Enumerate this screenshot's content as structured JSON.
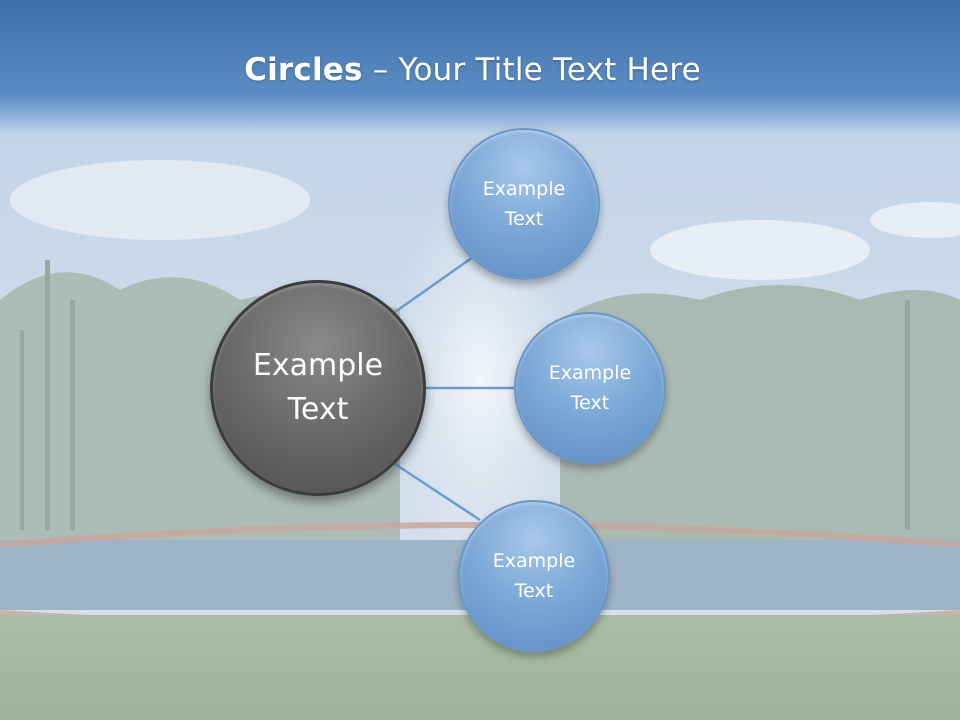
{
  "slide": {
    "title_bold": "Circles",
    "title_rest": " – Your Title Text Here"
  },
  "diagram": {
    "center": {
      "label": "Example\nText"
    },
    "satellites": [
      {
        "label": "Example\nText"
      },
      {
        "label": "Example\nText"
      },
      {
        "label": "Example\nText"
      }
    ]
  },
  "colors": {
    "title_band": "#4f80b9",
    "center_fill": "#6b6b6b",
    "satellite_fill": "#7ea9d8",
    "connector": "#6b9ad0"
  }
}
